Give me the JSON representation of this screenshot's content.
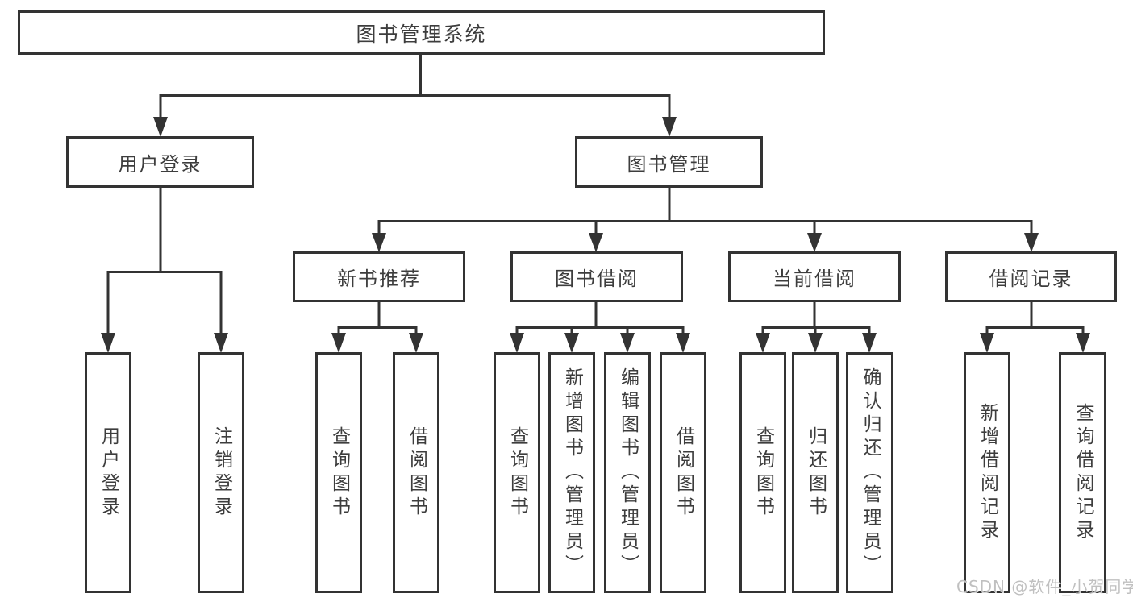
{
  "tree": {
    "root": {
      "label": "图书管理系统"
    },
    "branches": [
      {
        "label": "用户登录",
        "children": [
          {
            "label": "用户登录"
          },
          {
            "label": "注销登录"
          }
        ]
      },
      {
        "label": "图书管理",
        "children": [
          {
            "label": "新书推荐",
            "children": [
              {
                "label": "查询图书"
              },
              {
                "label": "借阅图书"
              }
            ]
          },
          {
            "label": "图书借阅",
            "children": [
              {
                "label": "查询图书"
              },
              {
                "label": "新增图书（管理员）"
              },
              {
                "label": "编辑图书（管理员）"
              },
              {
                "label": "借阅图书"
              }
            ]
          },
          {
            "label": "当前借阅",
            "children": [
              {
                "label": "查询图书"
              },
              {
                "label": "归还图书"
              },
              {
                "label": "确认归还（管理员）"
              }
            ]
          },
          {
            "label": "借阅记录",
            "children": [
              {
                "label": "新增借阅记录"
              },
              {
                "label": "查询借阅记录"
              }
            ]
          }
        ]
      }
    ]
  },
  "watermark": {
    "text": "CSDN @软件_小贺同学"
  },
  "colors": {
    "line": "#333333",
    "box_border": "#333333",
    "text": "#3d3d3d",
    "background": "#ffffff",
    "watermark": "#b9b9b9"
  }
}
